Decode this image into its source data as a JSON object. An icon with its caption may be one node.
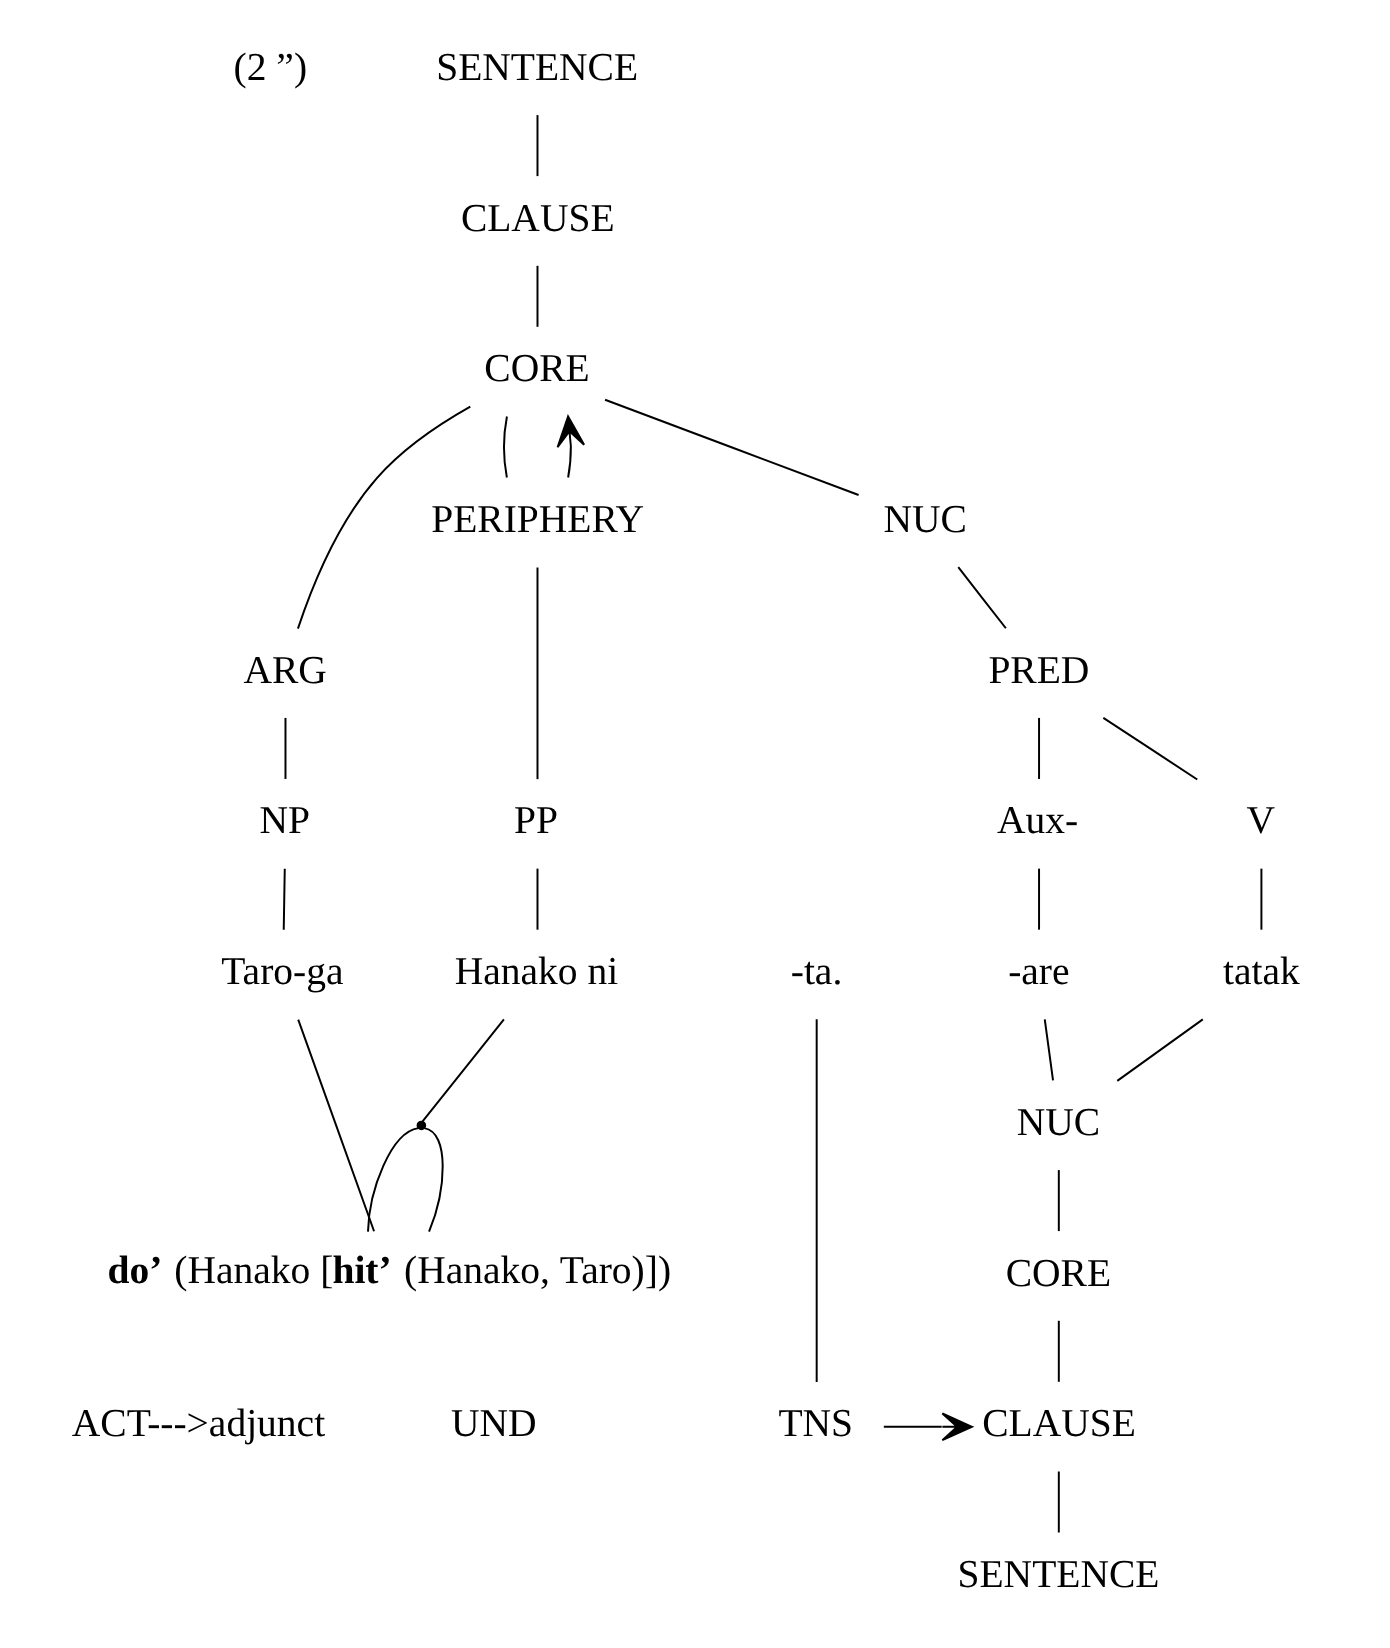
{
  "diagram": {
    "nodes": [
      {
        "text": [
          "SENTENCE"
        ]
      },
      {
        "text": [
          "CLAUSE"
        ]
      },
      {
        "text": [
          "CORE"
        ]
      },
      {
        "text": [
          "ARG"
        ]
      },
      {
        "text": [
          "PERIPHERY"
        ]
      },
      {
        "text": [
          "NUC"
        ]
      },
      {
        "text": [
          "PRED"
        ]
      },
      {
        "text": [
          "NP"
        ]
      },
      {
        "text": [
          "PP"
        ]
      },
      {
        "text": [
          "V"
        ]
      },
      {
        "text": [
          "Aux-"
        ]
      },
      {
        "text": [
          "Taro-ga"
        ]
      },
      {
        "text": [
          "Hanako ni"
        ]
      },
      {
        "text": [
          "tatak"
        ]
      },
      {
        "text": [
          "-are"
        ]
      },
      {
        "text": [
          "-ta."
        ]
      },
      {
        "text": [
          "NUC"
        ]
      },
      {
        "text": [
          "CORE"
        ]
      },
      {
        "text": [
          "CLAUSE"
        ]
      },
      {
        "text": [
          "SENTENCE"
        ]
      },
      {
        "text": [
          "TNS"
        ]
      },
      {
        "text": [],
        "shape": "point"
      },
      {
        "text": [
          "**do’** (Hanako [**hit’** (Hanako, Taro)])"
        ]
      }
    ],
    "edges": [
      {
        "from": 0,
        "to": 1,
        "arrow": "none"
      },
      {
        "from": 1,
        "to": 2,
        "arrow": "none"
      },
      {
        "from": 2,
        "to": 3,
        "arrow": "none"
      },
      {
        "from": 2,
        "to": 4,
        "arrow": "none"
      },
      {
        "from": 2,
        "to": 5,
        "arrow": "none"
      },
      {
        "from": 4,
        "to": 2,
        "arrow": "to"
      },
      {
        "from": 3,
        "to": 7,
        "arrow": "none"
      },
      {
        "from": 4,
        "to": 8,
        "arrow": "none"
      },
      {
        "from": 5,
        "to": 6,
        "arrow": "none"
      },
      {
        "from": 6,
        "to": 9,
        "arrow": "none"
      },
      {
        "from": 6,
        "to": 10,
        "arrow": "none"
      },
      {
        "from": 7,
        "to": 11,
        "arrow": "none"
      },
      {
        "from": 8,
        "to": 12,
        "arrow": "none"
      },
      {
        "from": 9,
        "to": 13,
        "arrow": "none"
      },
      {
        "from": 10,
        "to": 14,
        "arrow": "none"
      },
      {
        "from": 13,
        "to": 16,
        "arrow": "none"
      },
      {
        "from": 14,
        "to": 16,
        "arrow": "none"
      },
      {
        "from": 16,
        "to": 17,
        "arrow": "none"
      },
      {
        "from": 17,
        "to": 18,
        "arrow": "none"
      },
      {
        "from": 18,
        "to": 19,
        "arrow": "none"
      },
      {
        "from": 15,
        "to": 20,
        "arrow": "none"
      },
      {
        "from": 20,
        "to": 18,
        "arrow": "to"
      },
      {
        "from": 12,
        "to": 21,
        "arrow": "none"
      },
      {
        "from": 21,
        "to": 22,
        "arrow": "none"
      },
      {
        "from": 21,
        "to": 22,
        "arrow": "none"
      },
      {
        "from": 11,
        "to": 22,
        "arrow": "none"
      }
    ],
    "labels": [
      "(2 ”)",
      "ACT--->adjunct",
      "UND"
    ]
  }
}
